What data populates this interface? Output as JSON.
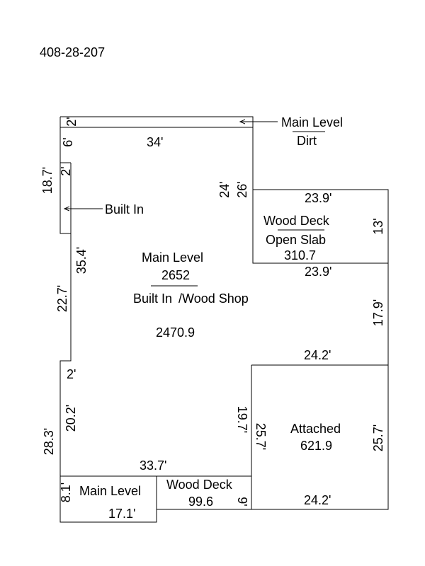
{
  "parcel_id": "408-28-207",
  "areas": {
    "main_top": {
      "line1": "Main Level",
      "line2": "Dirt"
    },
    "built_in": "Built In",
    "main": {
      "line1": "Main Level",
      "line2": "2652",
      "line3": "Built In",
      "line3b": "/Wood Shop",
      "value": "2470.9"
    },
    "deck_right": {
      "line1": "Wood Deck",
      "line2": "Open Slab",
      "value": "310.7"
    },
    "attached": {
      "label": "Attached",
      "value": "621.9"
    },
    "main_bottom": "Main Level",
    "deck_bottom": {
      "label": "Wood Deck",
      "value": "99.6"
    }
  },
  "dims": {
    "top_2": "2'",
    "left_6": "6'",
    "top_34": "34'",
    "left_18_7": "18.7'",
    "inner_2a": "2'",
    "mid_24": "24'",
    "mid_26": "26'",
    "deck_w_top": "23.9'",
    "deck_h": "13'",
    "deck_w_bot": "23.9'",
    "left_35_4": "35.4'",
    "left_22_7": "22.7'",
    "right_17_9": "17.9'",
    "att_w_top": "24.2'",
    "inner_2b": "2'",
    "left_28_3": "28.3'",
    "left_20_2": "20.2'",
    "mid_19_7": "19.7'",
    "att_left_25_7": "25.7'",
    "att_right_25_7": "25.7'",
    "bot_33_7": "33.7'",
    "bot_8_1": "8.1'",
    "bot_9": "9'",
    "att_w_bot": "24.2'",
    "bot_17_1": "17.1'"
  }
}
